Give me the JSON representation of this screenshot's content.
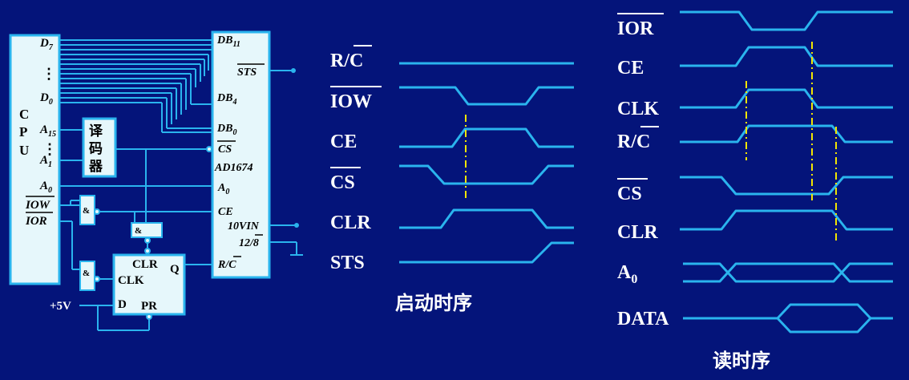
{
  "circuit": {
    "cpu_label": "C P U",
    "cpu_pins": {
      "d7": "D7",
      "d0": "D0",
      "a15": "A15",
      "a1": "A1",
      "a0": "A0",
      "iow": "IOW",
      "ior": "IOR",
      "dots": "⋮"
    },
    "decoder_label": "译码器",
    "and_gate_symbol": "&",
    "adc": {
      "name": "AD1674",
      "pins": {
        "db11": "DB11",
        "sts": "STS",
        "db4": "DB4",
        "db0": "DB0",
        "cs": "CS",
        "a0": "A0",
        "ce": "CE",
        "vin": "10VIN",
        "bits": "12/8",
        "rc": "R/C"
      }
    },
    "flipflop": {
      "clr": "CLR",
      "clk": "CLK",
      "q": "Q",
      "d": "D",
      "pr": "PR"
    },
    "supply": "+5V"
  },
  "start_timing": {
    "title": "启动时序",
    "signals": [
      "R/C",
      "IOW",
      "CE",
      "CS",
      "CLR",
      "STS"
    ]
  },
  "read_timing": {
    "title": "读时序",
    "signals": [
      "IOR",
      "CE",
      "CLK",
      "R/C",
      "CS",
      "CLR",
      "A0",
      "DATA"
    ]
  },
  "colors": {
    "background": "#04147a",
    "signal": "#2ab4ee",
    "chip_fill": "#e6f7fb",
    "guide": "#f2e600",
    "text": "#ffffff"
  }
}
